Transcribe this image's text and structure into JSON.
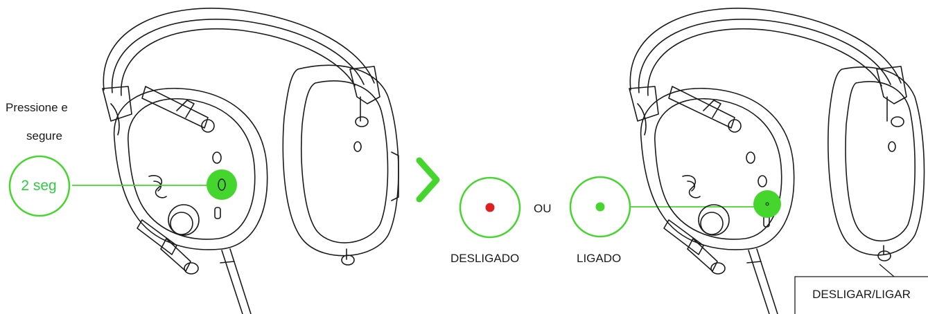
{
  "instruction": {
    "line1": "Pressione e",
    "line2": "segure",
    "duration": "2 seg"
  },
  "states": {
    "off_label": "DESLIGADO",
    "separator": "OU",
    "on_label": "LIGADO"
  },
  "callout": {
    "power_label": "DESLIGAR/LIGAR"
  },
  "colors": {
    "accent_green": "#44d62c",
    "indicator_red": "#e02020",
    "line": "#1a1a1a"
  }
}
